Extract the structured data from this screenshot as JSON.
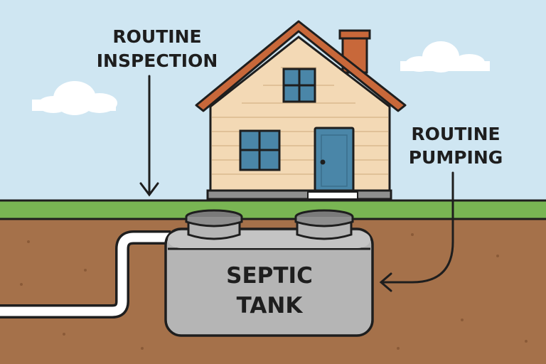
{
  "labels": {
    "inspection": [
      "ROUTINE",
      "INSPECTION"
    ],
    "pumping": [
      "ROUTINE",
      "PUMPING"
    ],
    "tank": [
      "SEPTIC",
      "TANK"
    ]
  },
  "colors": {
    "sky": "#cfe6f2",
    "grass": "#79b553",
    "soil": "#a5714a",
    "house_siding": "#f3d9b5",
    "roof": "#c8683a",
    "window": "#4a86a8",
    "tank": "#b5b5b5",
    "outline": "#1e1e1e"
  }
}
